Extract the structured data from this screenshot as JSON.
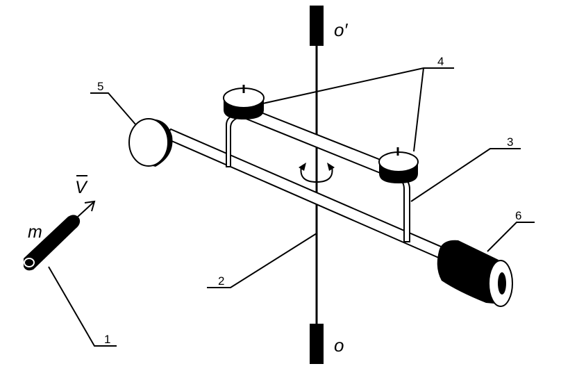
{
  "labels": {
    "axis_top": "o′",
    "axis_bottom": "o",
    "velocity": "V",
    "mass": "m",
    "callout_1": "1",
    "callout_2": "2",
    "callout_3": "3",
    "callout_4": "4",
    "callout_5": "5",
    "callout_6": "6"
  },
  "icons": {
    "rotation": "rotation-arrows-icon",
    "velocity": "velocity-arrow-icon"
  }
}
